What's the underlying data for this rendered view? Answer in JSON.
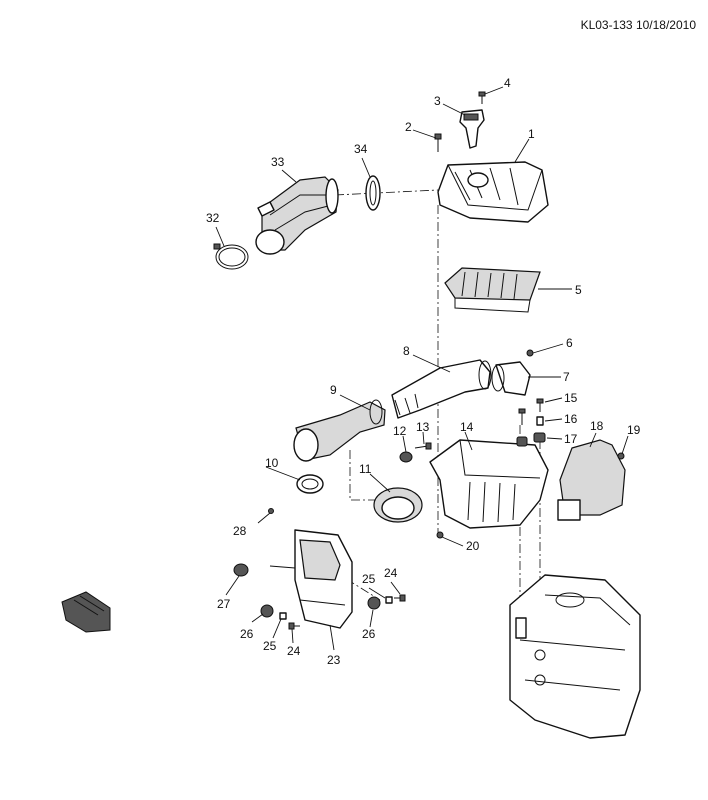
{
  "diagram": {
    "reference": "KL03-133 10/18/2010",
    "callouts": [
      "1",
      "2",
      "3",
      "4",
      "5",
      "6",
      "7",
      "8",
      "9",
      "10",
      "11",
      "12",
      "13",
      "14",
      "15",
      "16",
      "17",
      "18",
      "19",
      "20",
      "23",
      "24",
      "25",
      "26",
      "27",
      "28",
      "32",
      "33",
      "34"
    ],
    "duplicate_callouts": [
      "24",
      "25",
      "26"
    ]
  }
}
